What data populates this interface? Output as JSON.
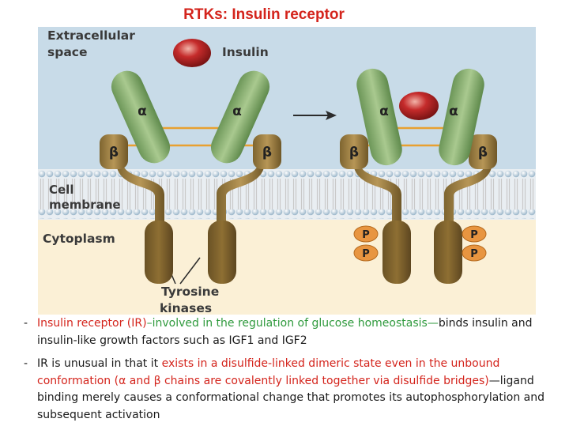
{
  "title": "RTKs: Insulin receptor",
  "diagram": {
    "extracellular_label": [
      "Extracellular",
      "space"
    ],
    "insulin_label": "Insulin",
    "membrane_label": [
      "Cell",
      "membrane"
    ],
    "cytoplasm_label": "Cytoplasm",
    "kinase_label": [
      "Tyrosine",
      "kinases"
    ],
    "alpha": "α",
    "beta": "β",
    "phospho": "P",
    "colors": {
      "extracellular": "#c8dbe8",
      "membrane_heads": "#bed3e2",
      "cytoplasm": "#fbf0d6",
      "alpha_subunit": "#7ea869",
      "beta_subunit": "#9a7d3c",
      "insulin": "#c52b2b",
      "disulfide": "#e8a030",
      "phospho": "#e89540"
    }
  },
  "bullets": [
    {
      "dash": "-",
      "red": "Insulin receptor (IR)",
      "green": "–involved in the regulation of glucose homeostasis—",
      "rest": "binds insulin and insulin-like growth factors such as IGF1 and IGF2"
    },
    {
      "dash": "-",
      "pre": "IR is unusual in that it ",
      "red1": "exists in a disulfide-linked dimeric state even in the unbound conformation (",
      "alpha": "α",
      "red2": " and ",
      "beta": "β",
      "red3": " chains are covalently linked together via disulfide bridges)",
      "rest": "—ligand binding merely causes a conformational change that promotes its autophosphorylation and subsequent activation"
    }
  ]
}
